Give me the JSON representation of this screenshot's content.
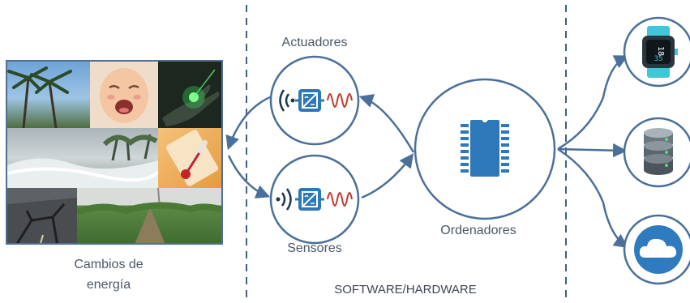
{
  "labels": {
    "actuators": "Actuadores",
    "sensors": "Sensores",
    "computers": "Ordenadores",
    "energy_line1": "Cambios de",
    "energy_line2": "energía",
    "software_hardware": "SOFTWARE/HARDWARE"
  },
  "watch": {
    "time_top": "18",
    "time_bottom": "35"
  },
  "icons": [
    "weather-photo",
    "crying-baby-photo",
    "glowing-hand-photo",
    "flood-photo",
    "thermometer-photo",
    "cracked-road-photo",
    "field-photo",
    "signal-out-icon",
    "signal-in-icon",
    "transducer-icon",
    "wave-icon",
    "microchip-icon",
    "smartwatch-icon",
    "database-icon",
    "cloud-icon"
  ],
  "colors": {
    "accent": "#4a6f9a",
    "chip": "#2c78b8",
    "wave": "#c0392b",
    "divider": "#3f5f86",
    "cloud": "#2f7bbf"
  }
}
